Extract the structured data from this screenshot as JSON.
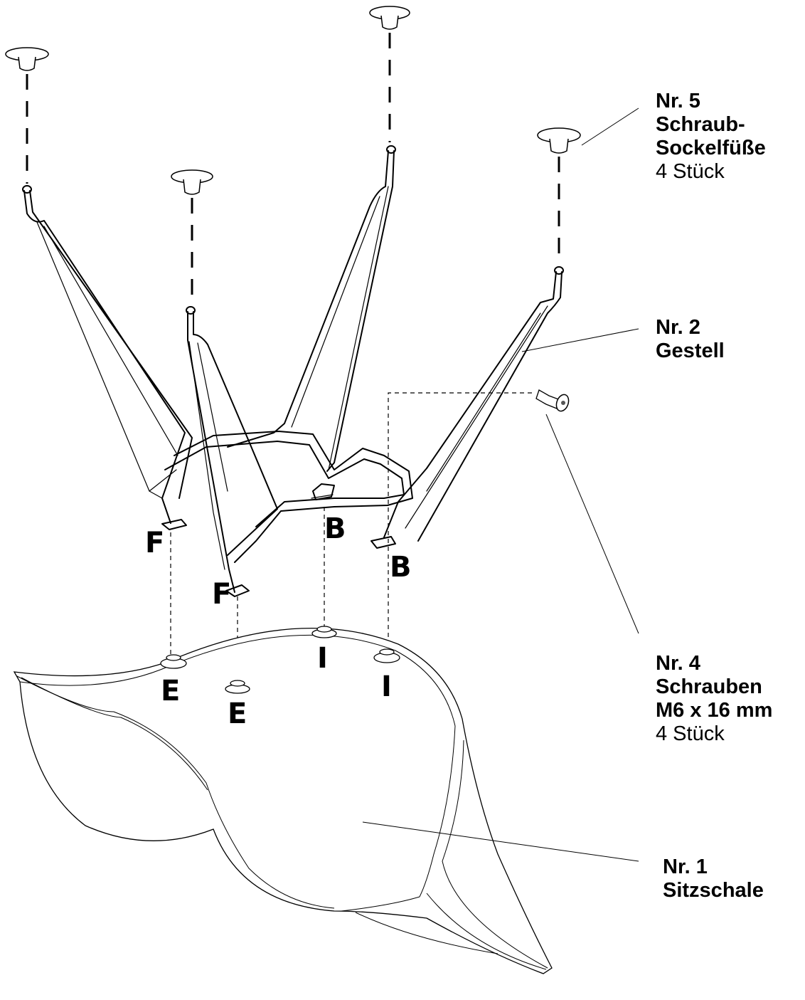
{
  "parts": {
    "p5": {
      "nr": "Nr. 5",
      "name": [
        "Schraub-",
        "Sockelfüße"
      ],
      "qty": "4 Stück"
    },
    "p2": {
      "nr": "Nr. 2",
      "name": [
        "Gestell"
      ]
    },
    "p4": {
      "nr": "Nr. 4",
      "name": [
        "Schrauben",
        "M6 x 16 mm"
      ],
      "qty": "4 Stück"
    },
    "p1": {
      "nr": "Nr. 1",
      "name": [
        "Sitzschale"
      ]
    }
  },
  "marks": {
    "frame_front_left": "F",
    "frame_front_right": "F",
    "frame_back_left": "B",
    "frame_back_right": "B",
    "seat_front_left": "E",
    "seat_front_right": "E",
    "seat_back_left": "I",
    "seat_back_right": "I"
  }
}
